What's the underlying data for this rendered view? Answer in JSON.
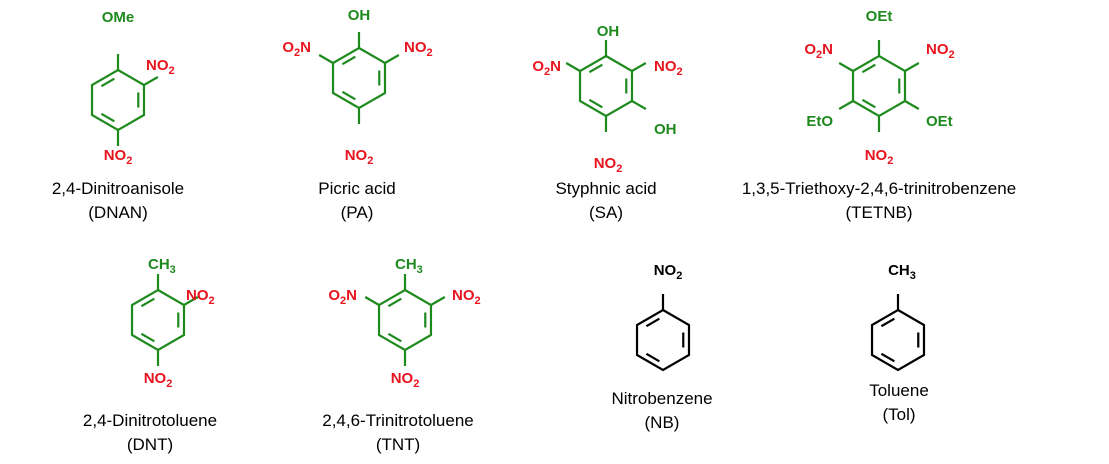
{
  "colors": {
    "skeleton_highlight": "#1e8a1e",
    "skeleton_plain": "#000000",
    "nitro": "#e8141e",
    "caption": "#000000"
  },
  "molecules": [
    {
      "name": "2,4-Dinitroanisole",
      "abbr": "(DNAN)",
      "ring_color": "green",
      "groups": [
        {
          "text": "OMe",
          "kind": "sub"
        },
        {
          "text": "NO2",
          "kind": "nitro"
        },
        {
          "text": "NO2",
          "kind": "nitro"
        }
      ]
    },
    {
      "name": "Picric acid",
      "abbr": "(PA)",
      "ring_color": "green",
      "groups": [
        {
          "text": "OH",
          "kind": "sub"
        },
        {
          "text": "O2N",
          "kind": "nitro"
        },
        {
          "text": "NO2",
          "kind": "nitro"
        },
        {
          "text": "NO2",
          "kind": "nitro"
        }
      ]
    },
    {
      "name": "Styphnic acid",
      "abbr": "(SA)",
      "ring_color": "green",
      "groups": [
        {
          "text": "OH",
          "kind": "sub"
        },
        {
          "text": "O2N",
          "kind": "nitro"
        },
        {
          "text": "NO2",
          "kind": "nitro"
        },
        {
          "text": "OH",
          "kind": "sub"
        },
        {
          "text": "NO2",
          "kind": "nitro"
        }
      ]
    },
    {
      "name": "1,3,5-Triethoxy-2,4,6-trinitrobenzene",
      "abbr": "(TETNB)",
      "ring_color": "green",
      "groups": [
        {
          "text": "OEt",
          "kind": "sub"
        },
        {
          "text": "O2N",
          "kind": "nitro"
        },
        {
          "text": "NO2",
          "kind": "nitro"
        },
        {
          "text": "EtO",
          "kind": "sub"
        },
        {
          "text": "OEt",
          "kind": "sub"
        },
        {
          "text": "NO2",
          "kind": "nitro"
        }
      ]
    },
    {
      "name": "2,4-Dinitrotoluene",
      "abbr": "(DNT)",
      "ring_color": "green",
      "groups": [
        {
          "text": "CH3",
          "kind": "sub"
        },
        {
          "text": "NO2",
          "kind": "nitro"
        },
        {
          "text": "NO2",
          "kind": "nitro"
        }
      ]
    },
    {
      "name": "2,4,6-Trinitrotoluene",
      "abbr": "(TNT)",
      "ring_color": "green",
      "groups": [
        {
          "text": "CH3",
          "kind": "sub"
        },
        {
          "text": "O2N",
          "kind": "nitro"
        },
        {
          "text": "NO2",
          "kind": "nitro"
        },
        {
          "text": "NO2",
          "kind": "nitro"
        }
      ]
    },
    {
      "name": "Nitrobenzene",
      "abbr": "(NB)",
      "ring_color": "black",
      "groups": [
        {
          "text": "NO2",
          "kind": "plain"
        }
      ]
    },
    {
      "name": "Toluene",
      "abbr": "(Tol)",
      "ring_color": "black",
      "groups": [
        {
          "text": "CH3",
          "kind": "plain"
        }
      ]
    }
  ]
}
